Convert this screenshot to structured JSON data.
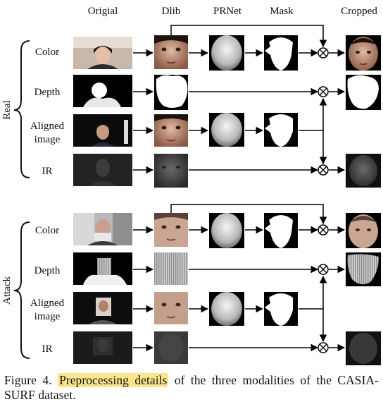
{
  "headers": {
    "original": "Origial",
    "dlib": "Dlib",
    "prnet": "PRNet",
    "mask": "Mask",
    "cropped": "Cropped"
  },
  "groups": [
    {
      "label": "Real",
      "rows": [
        "Color",
        "Depth",
        "Aligned image",
        "IR"
      ]
    },
    {
      "label": "Attack",
      "rows": [
        "Color",
        "Depth",
        "Aligned image",
        "IR"
      ]
    }
  ],
  "caption": {
    "prefix": "Figure 4.",
    "highlight": "Preprocessing details",
    "rest": "of the three modalities of the CASIA-SURF dataset."
  },
  "colors": {
    "highlight": "#fbe58a",
    "arrow": "#000000"
  },
  "icons": {
    "combine": "circle-cross-icon",
    "bracket": "curly-brace-icon"
  }
}
